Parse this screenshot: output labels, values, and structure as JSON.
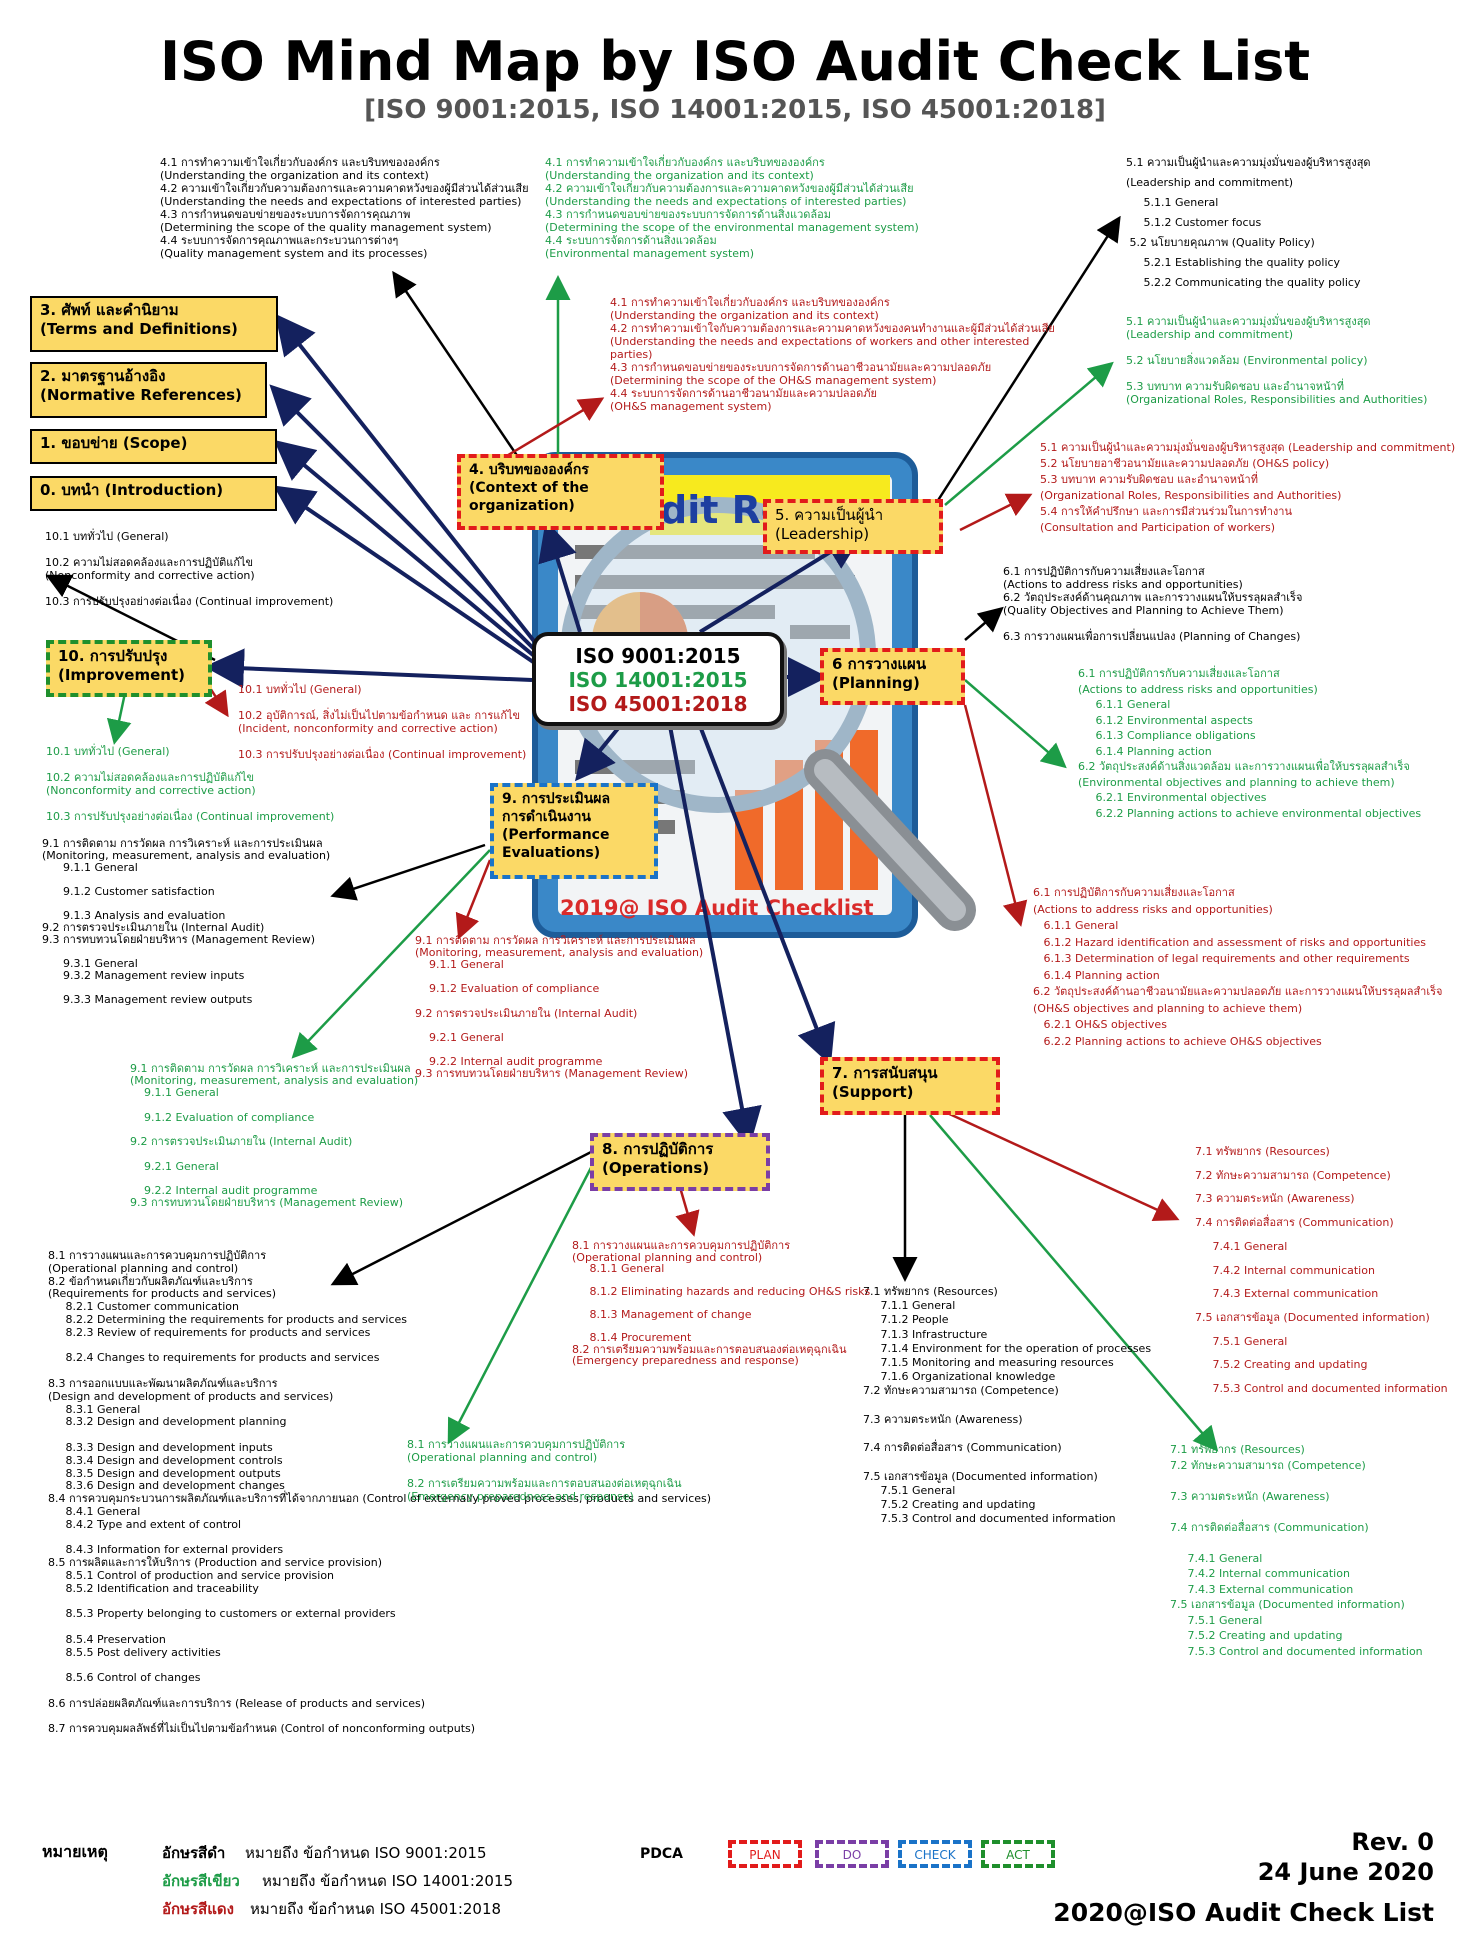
{
  "header": {
    "title": "ISO Mind Map by ISO Audit Check List",
    "subtitle": "[ISO 9001:2015, ISO 14001:2015, ISO 45001:2018]"
  },
  "center": {
    "line1": "ISO 9001:2015",
    "line2": "ISO 14001:2015",
    "line3": "ISO 45001:2018"
  },
  "illustration": {
    "report_text": "dit Re",
    "footer_text": "2019@ ISO Audit Checklist"
  },
  "nodes": {
    "terms": "3. ศัพท์ และคำนิยาม\n(Terms and Definitions)",
    "normative": "2. มาตรฐานอ้างอิง\n(Normative References)",
    "scope": "1. ขอบข่าย (Scope)",
    "intro": "0. บทนำ (Introduction)",
    "context": "4. บริบทขององค์กร\n(Context of the\norganization)",
    "leadership": "5. ความเป็นผู้นำ\n(Leadership)",
    "planning": "6 การวางแผน\n(Planning)",
    "improvement": "10. การปรับปรุง\n(Improvement)",
    "performance": "9. การประเมินผล\nการดำเนินงาน\n(Performance\nEvaluations)",
    "support": "7. การสนับสนุน\n(Support)",
    "operations": "8. การปฏิบัติการ\n(Operations)"
  },
  "texts": {
    "context_9001": "4.1 การทำความเข้าใจเกี่ยวกับองค์กร และบริบทขององค์กร\n(Understanding the organization and its context)\n4.2 ความเข้าใจเกี่ยวกับความต้องการและความคาดหวังของผู้มีส่วนได้ส่วนเสีย\n(Understanding the needs and expectations of interested parties)\n4.3 การกำหนดขอบข่ายของระบบการจัดการคุณภาพ\n(Determining the scope of the quality management system)\n4.4 ระบบการจัดการคุณภาพและกระบวนการต่างๆ\n(Quality management system and its processes)",
    "context_14001": "4.1 การทำความเข้าใจเกี่ยวกับองค์กร และบริบทขององค์กร\n(Understanding the organization and its context)\n4.2 ความเข้าใจเกี่ยวกับความต้องการและความคาดหวังของผู้มีส่วนได้ส่วนเสีย\n(Understanding the needs and expectations of interested parties)\n4.3 การกำหนดขอบข่ายของระบบการจัดการด้านสิ่งแวดล้อม\n(Determining the scope of the environmental management system)\n4.4 ระบบการจัดการด้านสิ่งแวดล้อม\n(Environmental management system)",
    "context_45001": "4.1 การทำความเข้าใจเกี่ยวกับองค์กร และบริบทขององค์กร\n(Understanding the organization and its context)\n4.2 การทำความเข้าใจกับความต้องการและความคาดหวังของคนทำงานและผู้มีส่วนได้ส่วนเสีย\n(Understanding the needs and expectations of workers and other interested\nparties)\n4.3 การกำหนดขอบข่ายของระบบการจัดการด้านอาชีวอนามัยและความปลอดภัย\n(Determining the scope of the OH&S management system)\n4.4 ระบบการจัดการด้านอาชีวอนามัยและความปลอดภัย\n(OH&S management system)",
    "leadership_9001": "5.1 ความเป็นผู้นำและความมุ่งมั่นของผู้บริหารสูงสุด\n(Leadership and commitment)\n     5.1.1 General\n     5.1.2 Customer focus\n 5.2 นโยบายคุณภาพ (Quality Policy)\n     5.2.1 Establishing the quality policy\n     5.2.2 Communicating the quality policy",
    "leadership_14001": "5.1 ความเป็นผู้นำและความมุ่งมั่นของผู้บริหารสูงสุด\n(Leadership and commitment)\n\n5.2 นโยบายสิ่งแวดล้อม (Environmental policy)\n\n5.3 บทบาท ความรับผิดชอบ และอำนาจหน้าที่\n(Organizational Roles, Responsibilities and Authorities)",
    "leadership_45001": "5.1 ความเป็นผู้นำและความมุ่งมั่นของผู้บริหารสูงสุด (Leadership and commitment)\n5.2 นโยบายอาชีวอนามัยและความปลอดภัย (OH&S policy)\n5.3 บทบาท ความรับผิดชอบ และอำนาจหน้าที่\n(Organizational Roles, Responsibilities and Authorities)\n5.4 การให้คำปรึกษา และการมีส่วนร่วมในการทำงาน\n(Consultation and Participation of workers)",
    "planning_9001": "6.1 การปฏิบัติการกับความเสี่ยงและโอกาส\n(Actions to address risks and opportunities)\n6.2 วัตถุประสงค์ด้านคุณภาพ และการวางแผนให้บรรลุผลสำเร็จ\n(Quality Objectives and Planning to Achieve Them)\n\n6.3 การวางแผนเพื่อการเปลี่ยนแปลง (Planning of Changes)",
    "planning_14001": "6.1 การปฏิบัติการกับความเสี่ยงและโอกาส\n(Actions to address risks and opportunities)\n     6.1.1 General\n     6.1.2 Environmental aspects\n     6.1.3 Compliance obligations\n     6.1.4 Planning action\n6.2 วัตถุประสงค์ด้านสิ่งแวดล้อม และการวางแผนเพื่อให้บรรลุผลสำเร็จ\n(Environmental objectives and planning to achieve them)\n     6.2.1 Environmental objectives\n     6.2.2 Planning actions to achieve environmental objectives",
    "planning_45001": "6.1 การปฏิบัติการกับความเสี่ยงและโอกาส\n(Actions to address risks and opportunities)\n   6.1.1 General\n   6.1.2 Hazard identification and assessment of risks and opportunities\n   6.1.3 Determination of legal requirements and other requirements\n   6.1.4 Planning action\n6.2 วัตถุประสงค์ด้านอาชีวอนามัยและความปลอดภัย และการวางแผนให้บรรลุผลสำเร็จ\n(OH&S objectives and planning to achieve them)\n   6.2.1 OH&S objectives\n   6.2.2 Planning actions to achieve OH&S objectives",
    "improvement_9001": "10.1 บททั่วไป (General)\n\n10.2 ความไม่สอดคล้องและการปฏิบัติแก้ไข\n(Nonconformity and corrective action)\n\n10.3 การปรับปรุงอย่างต่อเนื่อง (Continual improvement)",
    "improvement_14001": "10.1 บททั่วไป (General)\n\n10.2 ความไม่สอดคล้องและการปฏิบัติแก้ไข\n(Nonconformity and corrective action)\n\n10.3 การปรับปรุงอย่างต่อเนื่อง (Continual improvement)",
    "improvement_45001": "10.1 บททั่วไป (General)\n\n10.2 อุบัติการณ์, สิ่งไม่เป็นไปตามข้อกำหนด และ การแก้ไข\n(Incident, nonconformity and corrective action)\n\n10.3 การปรับปรุงอย่างต่อเนื่อง (Continual improvement)",
    "performance_9001": "9.1 การติดตาม การวัดผล การวิเคราะห์ และการประเมินผล\n(Monitoring, measurement, analysis and evaluation)\n      9.1.1 General\n\n      9.1.2 Customer satisfaction\n\n      9.1.3 Analysis and evaluation\n9.2 การตรวจประเมินภายใน (Internal Audit)\n9.3 การทบทวนโดยฝ่ายบริหาร (Management Review)\n\n      9.3.1 General\n      9.3.2 Management review inputs\n\n      9.3.3 Management review outputs",
    "performance_14001": "9.1 การติดตาม การวัดผล การวิเคราะห์ และการประเมินผล\n(Monitoring, measurement, analysis and evaluation)\n    9.1.1 General\n\n    9.1.2 Evaluation of compliance\n\n9.2 การตรวจประเมินภายใน (Internal Audit)\n\n    9.2.1 General\n\n    9.2.2 Internal audit programme\n9.3 การทบทวนโดยฝ่ายบริหาร (Management Review)",
    "performance_45001": "9.1 การติดตาม การวัดผล การวิเคราะห์ และการประเมินผล\n(Monitoring, measurement, analysis and evaluation)\n    9.1.1 General\n\n    9.1.2 Evaluation of compliance\n\n9.2 การตรวจประเมินภายใน (Internal Audit)\n\n    9.2.1 General\n\n    9.2.2 Internal audit programme\n9.3 การทบทวนโดยฝ่ายบริหาร (Management Review)",
    "support_9001": "7.1 ทรัพยากร (Resources)\n     7.1.1 General\n     7.1.2 People\n     7.1.3 Infrastructure\n     7.1.4 Environment for the operation of processes\n     7.1.5 Monitoring and measuring resources\n     7.1.6 Organizational knowledge\n7.2 ทักษะความสามารถ (Competence)\n\n7.3 ความตระหนัก (Awareness)\n\n7.4 การติดต่อสื่อสาร (Communication)\n\n7.5 เอกสารข้อมูล (Documented information)\n     7.5.1 General\n     7.5.2 Creating and updating\n     7.5.3 Control and documented information",
    "support_14001": "7.1 ทรัพยากร (Resources)\n7.2 ทักษะความสามารถ (Competence)\n\n7.3 ความตระหนัก (Awareness)\n\n7.4 การติดต่อสื่อสาร (Communication)\n\n     7.4.1 General\n     7.4.2 Internal communication\n     7.4.3 External communication\n7.5 เอกสารข้อมูล (Documented information)\n     7.5.1 General\n     7.5.2 Creating and updating\n     7.5.3 Control and documented information",
    "support_45001": "7.1 ทรัพยากร (Resources)\n7.2 ทักษะความสามารถ (Competence)\n7.3 ความตระหนัก (Awareness)\n7.4 การติดต่อสื่อสาร (Communication)\n     7.4.1 General\n     7.4.2 Internal communication\n     7.4.3 External communication\n7.5 เอกสารข้อมูล (Documented information)\n     7.5.1 General\n     7.5.2 Creating and updating\n     7.5.3 Control and documented information",
    "operations_9001": "8.1 การวางแผนและการควบคุมการปฏิบัติการ\n(Operational planning and control)\n8.2 ข้อกำหนดเกี่ยวกับผลิตภัณฑ์และบริการ\n(Requirements for products and services)\n     8.2.1 Customer communication\n     8.2.2 Determining the requirements for products and services\n     8.2.3 Review of requirements for products and services\n\n     8.2.4 Changes to requirements for products and services\n\n8.3 การออกแบบและพัฒนาผลิตภัณฑ์และบริการ\n(Design and development of products and services)\n     8.3.1 General\n     8.3.2 Design and development planning\n\n     8.3.3 Design and development inputs\n     8.3.4 Design and development controls\n     8.3.5 Design and development outputs\n     8.3.6 Design and development changes\n8.4 การควบคุมกระบวนการผลิตภัณฑ์และบริการที่ได้จากภายนอก (Control of externally proved processes, products and services)\n     8.4.1 General\n     8.4.2 Type and extent of control\n\n     8.4.3 Information for external providers\n8.5 การผลิตและการให้บริการ (Production and service provision)\n     8.5.1 Control of production and service provision\n     8.5.2 Identification and traceability\n\n     8.5.3 Property belonging to customers or external providers\n\n     8.5.4 Preservation\n     8.5.5 Post delivery activities\n\n     8.5.6 Control of changes\n\n8.6 การปล่อยผลิตภัณฑ์และการบริการ (Release of products and services)\n\n8.7 การควบคุมผลลัพธ์ที่ไม่เป็นไปตามข้อกำหนด (Control of nonconforming outputs)",
    "operations_14001": "8.1 การวางแผนและการควบคุมการปฏิบัติการ\n(Operational planning and control)\n\n8.2 การเตรียมความพร้อมและการตอบสนองต่อเหตุฉุกเฉิน\n(Emergency preparedness and response)",
    "operations_45001": "8.1 การวางแผนและการควบคุมการปฏิบัติการ\n(Operational planning and control)\n     8.1.1 General\n\n     8.1.2 Eliminating hazards and reducing OH&S risks\n\n     8.1.3 Management of change\n\n     8.1.4 Procurement\n8.2 การเตรียมความพร้อมและการตอบสนองต่อเหตุฉุกเฉิน\n(Emergency preparedness and response)"
  },
  "legend": {
    "heading": "หมายเหตุ",
    "black_label": "อักษรสีดำ",
    "black_text": "หมายถึง ข้อกำหนด ISO 9001:2015",
    "green_label": "อักษรสีเขียว",
    "green_text": "หมายถึง ข้อกำหนด ISO 14001:2015",
    "red_label": "อักษรสีแดง",
    "red_text": "หมายถึง ข้อกำหนด ISO 45001:2018",
    "pdca_label": "PDCA",
    "plan": "PLAN",
    "do": "DO",
    "check": "CHECK",
    "act": "ACT"
  },
  "footer": {
    "rev": "Rev. 0",
    "date": "24 June 2020",
    "brand": "2020@ISO Audit Check List"
  },
  "colors": {
    "box_fill": "#fbd966",
    "iso9001": "#000000",
    "iso14001": "#1d9c47",
    "iso45001": "#b31a1a",
    "navy_arrow": "#14215e",
    "plan": "#e21b1b",
    "do": "#7a3ea6",
    "check": "#1a73c8",
    "act": "#1f8f2c"
  }
}
